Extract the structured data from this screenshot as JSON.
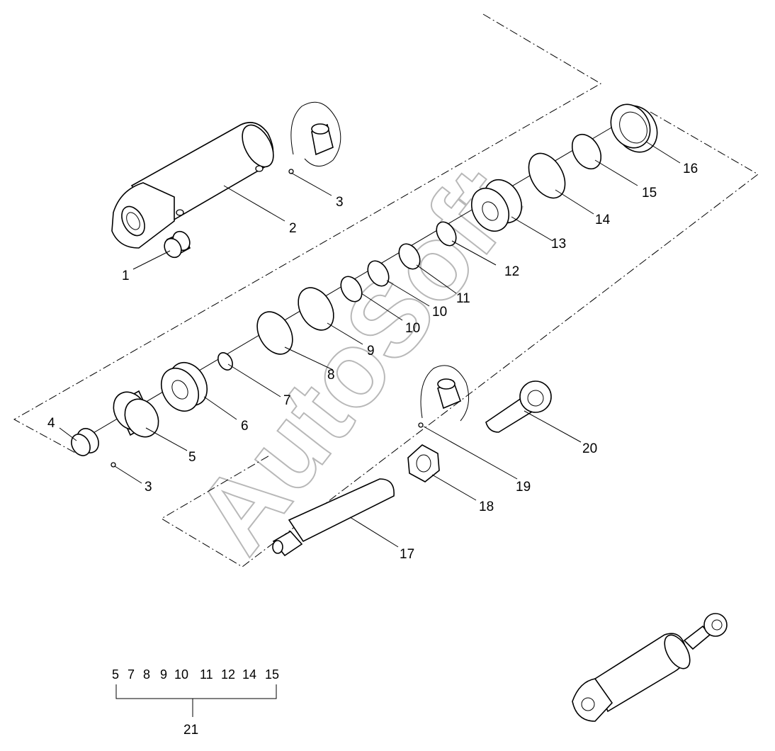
{
  "diagram": {
    "watermark": "AutoSoft",
    "callouts": [
      {
        "id": "c1",
        "text": "1"
      },
      {
        "id": "c2",
        "text": "2"
      },
      {
        "id": "c3a",
        "text": "3"
      },
      {
        "id": "c3b",
        "text": "3"
      },
      {
        "id": "c4",
        "text": "4"
      },
      {
        "id": "c5",
        "text": "5"
      },
      {
        "id": "c6",
        "text": "6"
      },
      {
        "id": "c7",
        "text": "7"
      },
      {
        "id": "c8",
        "text": "8"
      },
      {
        "id": "c9",
        "text": "9"
      },
      {
        "id": "c10a",
        "text": "10"
      },
      {
        "id": "c10b",
        "text": "10"
      },
      {
        "id": "c11",
        "text": "11"
      },
      {
        "id": "c12",
        "text": "12"
      },
      {
        "id": "c13",
        "text": "13"
      },
      {
        "id": "c14",
        "text": "14"
      },
      {
        "id": "c15",
        "text": "15"
      },
      {
        "id": "c16",
        "text": "16"
      },
      {
        "id": "c17",
        "text": "17"
      },
      {
        "id": "c18",
        "text": "18"
      },
      {
        "id": "c19",
        "text": "19"
      },
      {
        "id": "c20",
        "text": "20"
      }
    ],
    "kit": {
      "items": [
        "5",
        "7",
        "8",
        "9",
        "10",
        "11",
        "12",
        "14",
        "15"
      ],
      "label": "21"
    }
  }
}
